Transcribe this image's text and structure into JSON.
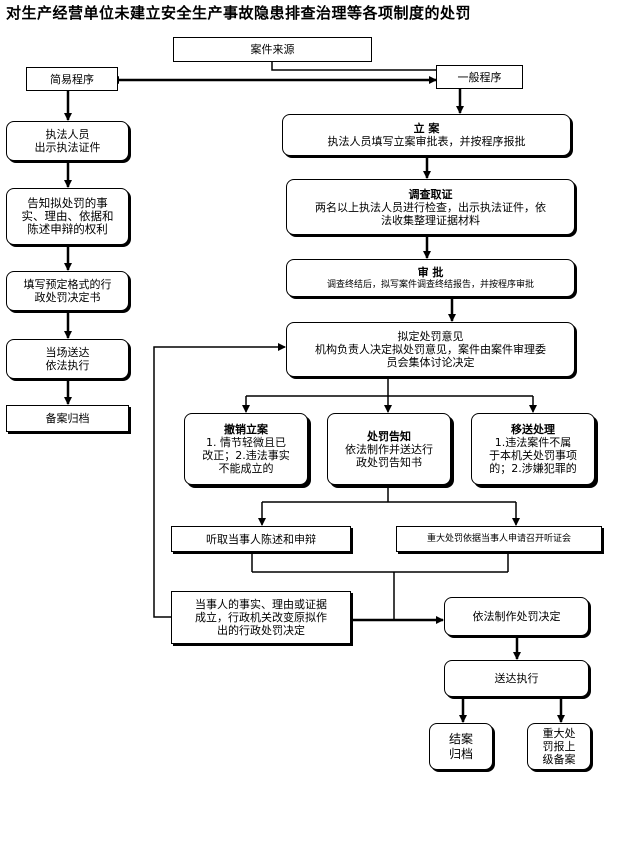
{
  "title": "对生产经营单位未建立安全生产事故隐患排查治理等各项制度的处罚",
  "nodes": {
    "source": "案件来源",
    "simple": "简易程序",
    "general": "一般程序",
    "officer_line1": "执法人员",
    "officer_line2": "出示执法证件",
    "inform_line1": "告知拟处罚的事",
    "inform_line2": "实、理由、依据和",
    "inform_line3": "陈述申辩的权利",
    "fill_line1": "填写预定格式的行",
    "fill_line2": "政处罚决定书",
    "deliver_line1": "当场送达",
    "deliver_line2": "依法执行",
    "archive_simple": "备案归档",
    "filing_title": "立 案",
    "filing_text": "执法人员填写立案审批表，并按程序报批",
    "investigate_title": "调查取证",
    "investigate_line1": "两名以上执法人员进行检查，出示执法证件，依",
    "investigate_line2": "法收集整理证据材料",
    "review_title": "审 批",
    "review_text": "调查终结后，拟写案件调查终结报告，并按程序审批",
    "opinion_line1": "拟定处罚意见",
    "opinion_line2": "机构负责人决定拟处罚意见，案件由案件审理委",
    "opinion_line3": "员会集体讨论决定",
    "revoke_title": "撤销立案",
    "revoke_line1": "1. 情节轻微且已",
    "revoke_line2": "改正；2.违法事实",
    "revoke_line3": "不能成立的",
    "notice_title": "处罚告知",
    "notice_line1": "依法制作并送达行",
    "notice_line2": "政处罚告知书",
    "transfer_title": "移送处理",
    "transfer_line1": "1.违法案件不属",
    "transfer_line2": "于本机关处罚事项",
    "transfer_line3": "的；2.涉嫌犯罪的",
    "hear": "听取当事人陈述和申辩",
    "hearing": "重大处罚依据当事人申请召开听证会",
    "facts_line1": "当事人的事实、理由或证据",
    "facts_line2": "成立，行政机关改变原拟作",
    "facts_line3": "出的行政处罚决定",
    "decision": "依法制作处罚决定",
    "execute": "送达执行",
    "archive_line1": "结案",
    "archive_line2": "归档",
    "report_line1": "重大处",
    "report_line2": "罚报上",
    "report_line3": "级备案"
  }
}
